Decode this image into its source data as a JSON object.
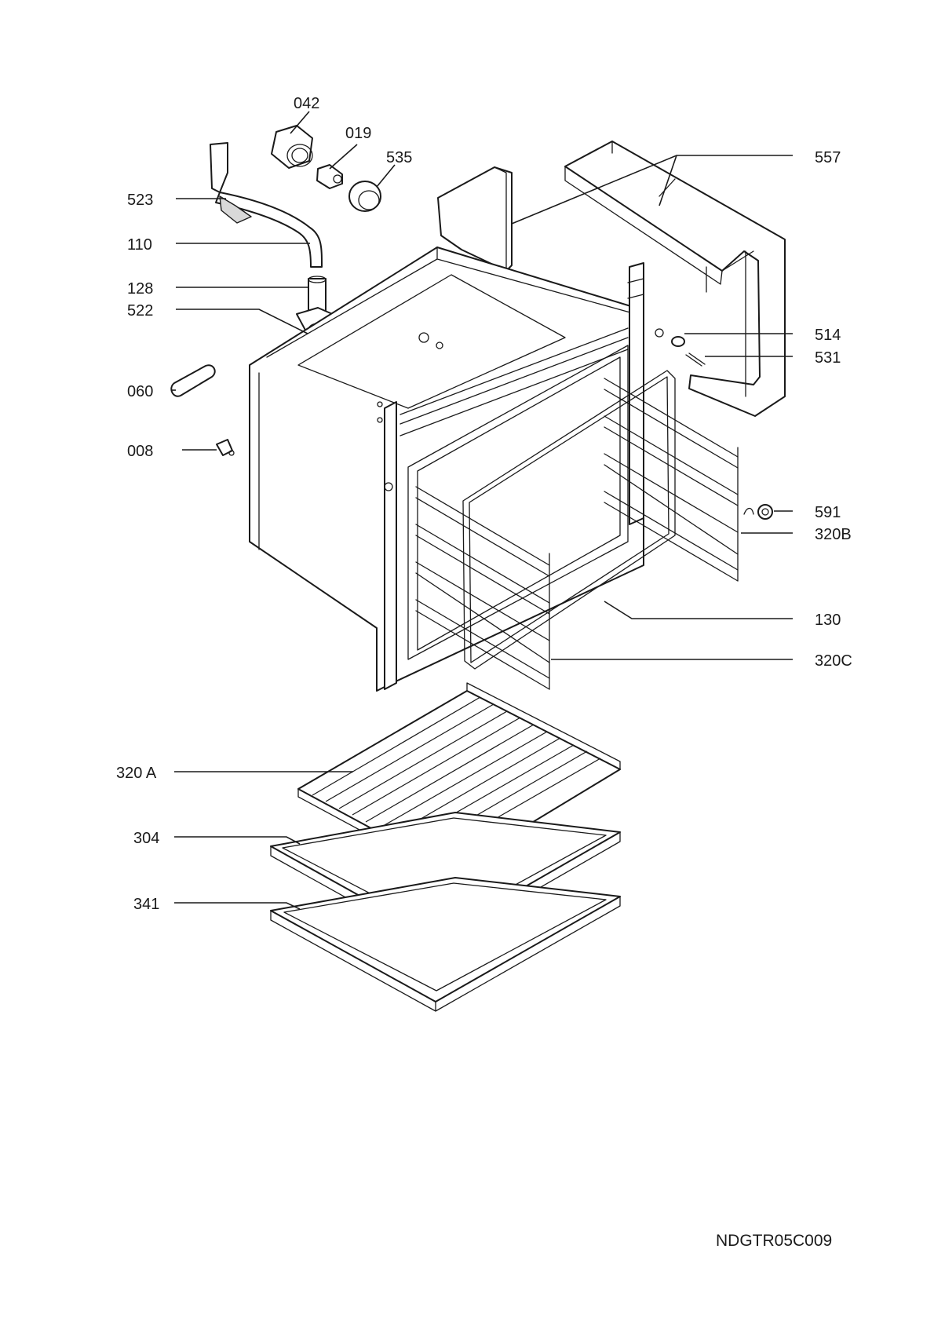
{
  "diagram_code": "NDGTR05C009",
  "labels": {
    "p042": "042",
    "p019": "019",
    "p535": "535",
    "p557": "557",
    "p523": "523",
    "p110": "110",
    "p128": "128",
    "p522": "522",
    "p514": "514",
    "p531": "531",
    "p060": "060",
    "p008": "008",
    "p591": "591",
    "p320B": "320B",
    "p130": "130",
    "p320C": "320C",
    "p320A": "320 A",
    "p304": "304",
    "p341": "341"
  }
}
